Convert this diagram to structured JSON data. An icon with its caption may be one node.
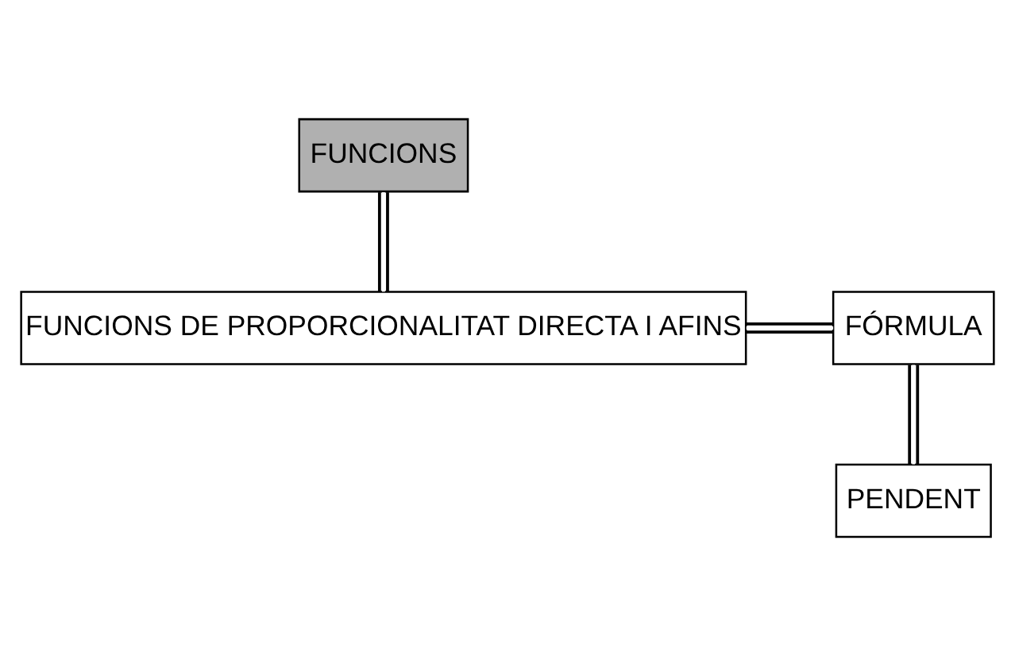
{
  "diagram": {
    "nodes": [
      {
        "text": [
          "FUNCIONS"
        ]
      },
      {
        "text": [
          "FUNCIONS DE PROPORCIONALITAT DIRECTA I AFINS"
        ]
      },
      {
        "text": [
          "FÓRMULA"
        ]
      },
      {
        "text": [
          "PENDENT"
        ]
      }
    ],
    "edges": [
      {
        "from": 0,
        "to": 1,
        "arrow": "none"
      },
      {
        "from": 1,
        "to": 2,
        "arrow": "none"
      },
      {
        "from": 2,
        "to": 3,
        "arrow": "none"
      }
    ]
  }
}
